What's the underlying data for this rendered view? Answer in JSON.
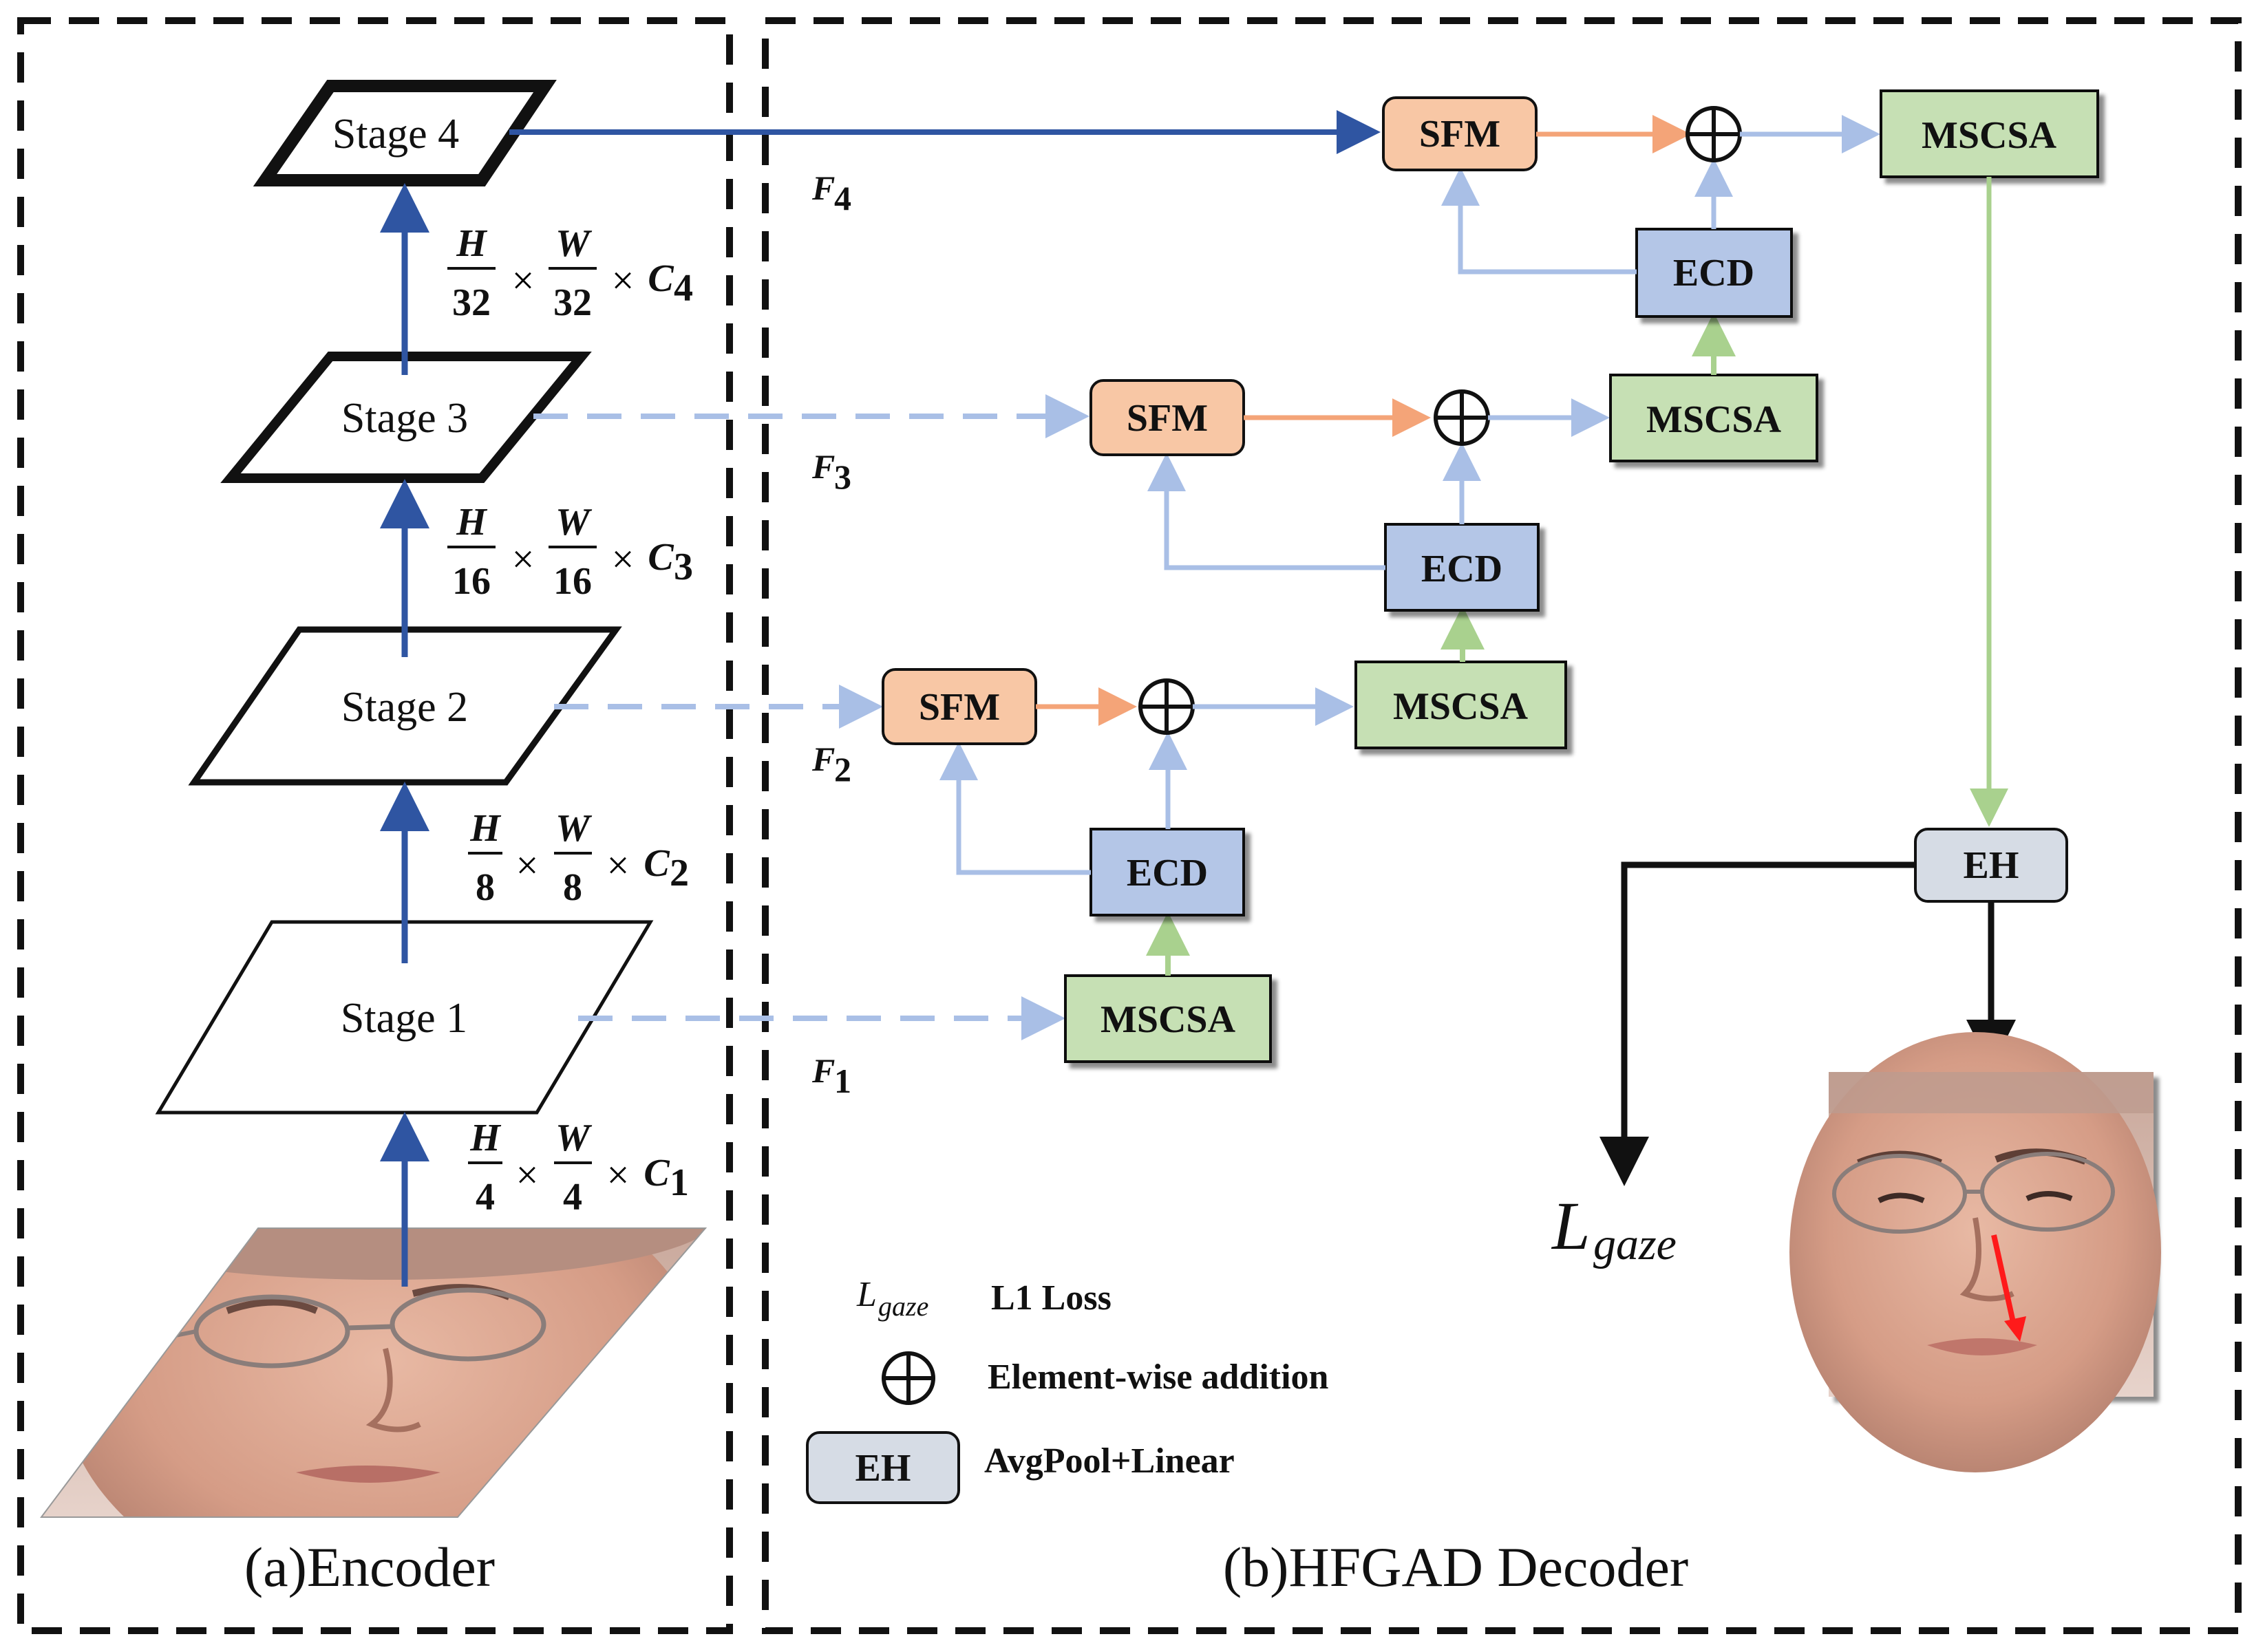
{
  "panels": {
    "encoder_caption": "(a)Encoder",
    "decoder_caption": "(b)HFGAD Decoder"
  },
  "stages": [
    {
      "label": "Stage 1",
      "dim_h": "4",
      "dim_w": "4",
      "channel": "1"
    },
    {
      "label": "Stage 2",
      "dim_h": "8",
      "dim_w": "8",
      "channel": "2"
    },
    {
      "label": "Stage 3",
      "dim_h": "16",
      "dim_w": "16",
      "channel": "3"
    },
    {
      "label": "Stage 4",
      "dim_h": "32",
      "dim_w": "32",
      "channel": "4"
    }
  ],
  "dims": {
    "H": "H",
    "W": "W",
    "C": "C",
    "times": "×"
  },
  "features": {
    "prefix": "F",
    "subs": [
      "1",
      "2",
      "3",
      "4"
    ]
  },
  "blocks": {
    "sfm": "SFM",
    "ecd": "ECD",
    "mscsa": "MSCSA",
    "eh": "EH"
  },
  "output": {
    "loss_main": "L",
    "loss_sub": "gaze"
  },
  "legend": {
    "loss_label": "L1 Loss",
    "add_label": "Element-wise addition",
    "eh_symbol": "EH",
    "eh_label": "AvgPool+Linear"
  },
  "colors": {
    "sfm": "#f8c7a5",
    "ecd": "#b4c6e7",
    "mscsa": "#c6e0b4",
    "eh": "#d6dce5",
    "arrow_dark_blue": "#2f55a2",
    "arrow_light_blue": "#a9bfe6",
    "arrow_orange": "#f4a478",
    "arrow_green": "#a9d18e"
  }
}
